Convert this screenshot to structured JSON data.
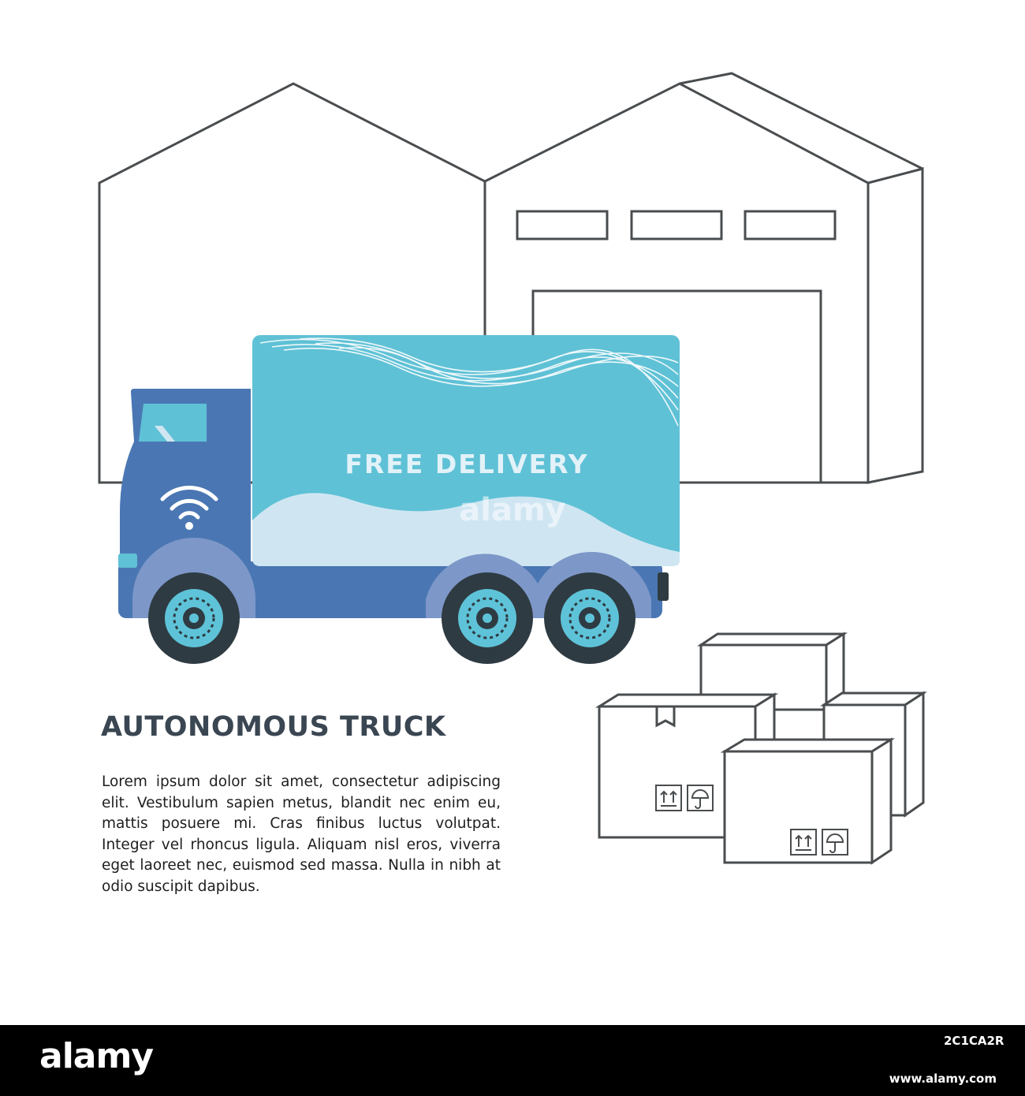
{
  "illustration": {
    "truck_label": "FREE DELIVERY",
    "watermark_text": "alamy",
    "colors": {
      "outline": "#4a4d4f",
      "cab_blue": "#4a77b3",
      "cargo_teal": "#5fc1d6",
      "cargo_light": "#cfe6f2",
      "tyre": "#2f3b42",
      "hub": "#5ec3d8",
      "fender": "#7d97c8"
    },
    "icons": [
      "wifi-icon",
      "this-side-up-icon",
      "keep-dry-umbrella-icon",
      "package-tape-icon"
    ]
  },
  "content": {
    "heading": "AUTONOMOUS TRUCK",
    "paragraph": "Lorem ipsum dolor sit amet, consectetur adipiscing elit. Vestibulum sapien metus, blandit nec enim eu, mattis posuere mi. Cras finibus luctus volutpat. Integer vel rhoncus ligula. Aliquam nisl eros, viverra eget laoreet nec, euismod sed massa. Nulla in nibh at odio suscipit dapibus."
  },
  "footer": {
    "logo": "alamy",
    "image_id": "2C1CA2R",
    "url": "www.alamy.com"
  }
}
